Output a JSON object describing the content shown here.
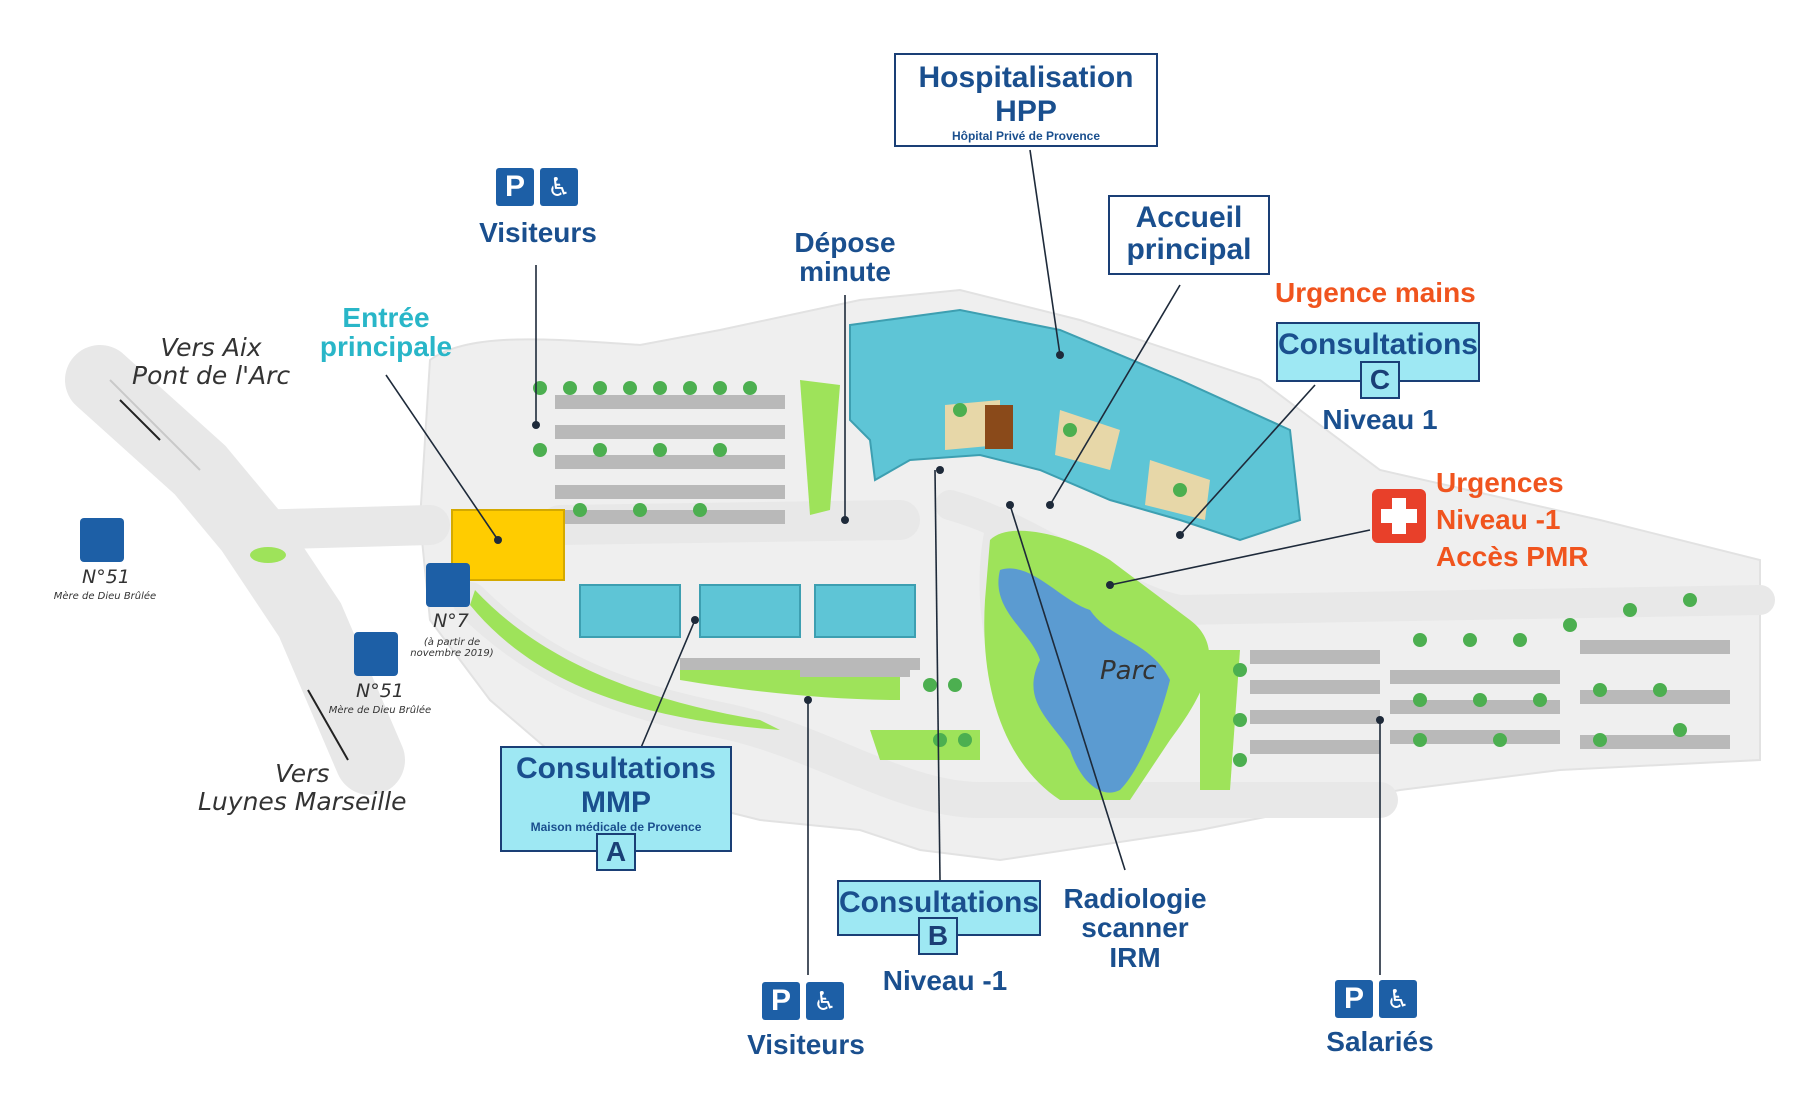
{
  "colors": {
    "label_blue": "#1a4f8e",
    "label_teal": "#29b6c8",
    "label_orange": "#f0541e",
    "box_border": "#1a3f76",
    "box_cyan": "#9ee8f3",
    "building_teal": "#5ec5d6",
    "lawn_green": "#9ee35a",
    "road_grey": "#eeeeee",
    "parking_grey": "#b9b9b9",
    "main_entrance_yellow": "#ffcc00",
    "emergency_red": "#e8402a",
    "pond_blue": "#5b9bd1"
  },
  "routes": {
    "aix": "Vers Aix\nPont de l'Arc",
    "luynes": "Vers\nLuynes Marseille"
  },
  "bus_stops": [
    {
      "line": "N°51",
      "stop": "Mère de Dieu Brûlée",
      "icon": "bus-icon"
    },
    {
      "line": "N°7",
      "stop": "(à partir de\nnovembre 2019)",
      "icon": "bus-icon"
    },
    {
      "line": "N°51",
      "stop": "Mère de Dieu Brûlée",
      "icon": "bus-icon"
    }
  ],
  "labels": {
    "entree_principale": "Entrée\nprincipale",
    "visiteurs_top": "Visiteurs",
    "depose_minute": "Dépose\nminute",
    "urgence_mains": "Urgence mains",
    "niveau_1": "Niveau 1",
    "urgences": "Urgences\nNiveau -1\nAccès PMR",
    "parc": "Parc",
    "niveau_minus1": "Niveau -1",
    "radiologie": "Radiologie\nscanner\nIRM",
    "visiteurs_bottom": "Visiteurs",
    "salaries": "Salariés"
  },
  "parking_signs": {
    "p_letter": "P",
    "accessible_icon": "wheelchair-icon"
  },
  "boxes": {
    "hpp": {
      "title": "Hospitalisation",
      "code": "HPP",
      "sub": "Hôpital Privé de Provence"
    },
    "accueil": {
      "title": "Accueil\nprincipal"
    },
    "consult_c": {
      "title": "Consultations",
      "letter": "C"
    },
    "consult_mmp": {
      "title": "Consultations",
      "code": "MMP",
      "sub": "Maison médicale de Provence",
      "letter": "A"
    },
    "consult_b": {
      "title": "Consultations",
      "letter": "B"
    }
  }
}
